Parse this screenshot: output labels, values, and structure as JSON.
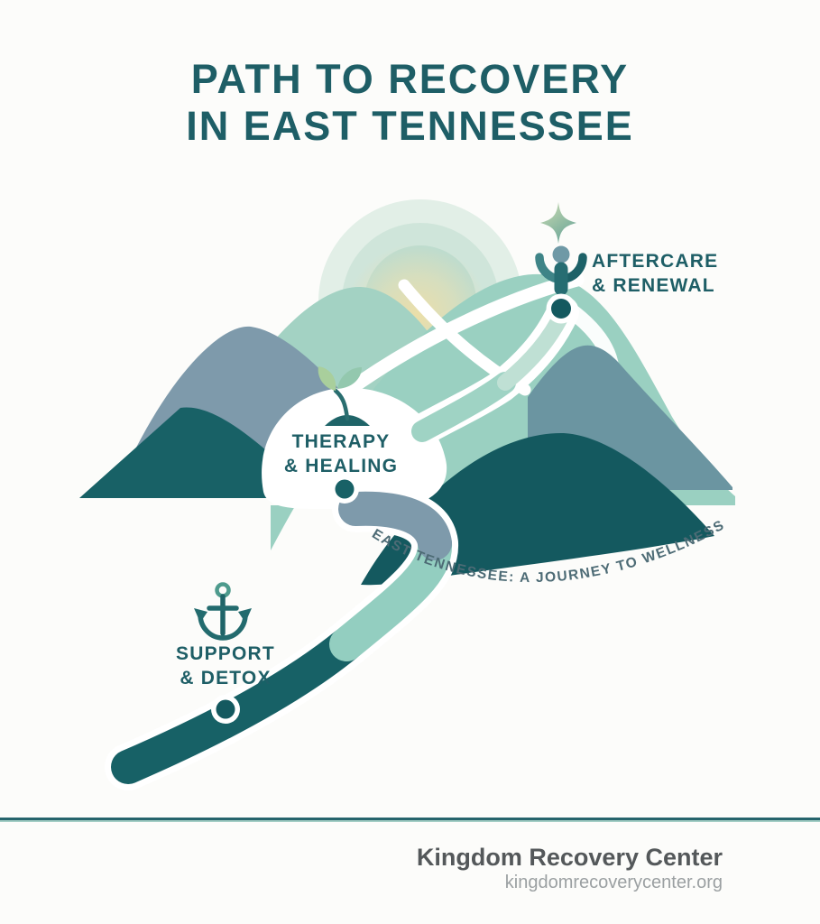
{
  "title": {
    "line1": "PATH TO RECOVERY",
    "line2": "IN EAST TENNESSEE"
  },
  "stages": {
    "support": {
      "line1": "SUPPORT",
      "line2": "& DETOX",
      "icon": "anchor-icon"
    },
    "therapy": {
      "line1": "THERAPY",
      "line2": "& HEALING",
      "icon": "sprout-icon"
    },
    "aftercare": {
      "line1": "AFTERCARE",
      "line2": "& RENEWAL",
      "icon": "person-star-icon"
    }
  },
  "caption": {
    "curved": "EAST TENNESSEE: A JOURNEY TO WELLNESS"
  },
  "footer": {
    "org": "Kingdom Recovery Center",
    "url": "kingdomrecoverycenter.org"
  },
  "palette": {
    "title_teal": "#1e5e66",
    "dark_teal": "#186166",
    "slate_blue": "#7e9aab",
    "slate_teal": "#6b95a1",
    "seafoam": "#93cec0",
    "mint_light": "#b9dcd0",
    "sun_glow": "#eedfa6",
    "caption_gray_teal": "#4d6b75",
    "footer_name_gray": "#54585a",
    "footer_url_gray": "#9ba0a2",
    "rule_dark": "#26646c",
    "rule_light": "#a4cec5"
  }
}
